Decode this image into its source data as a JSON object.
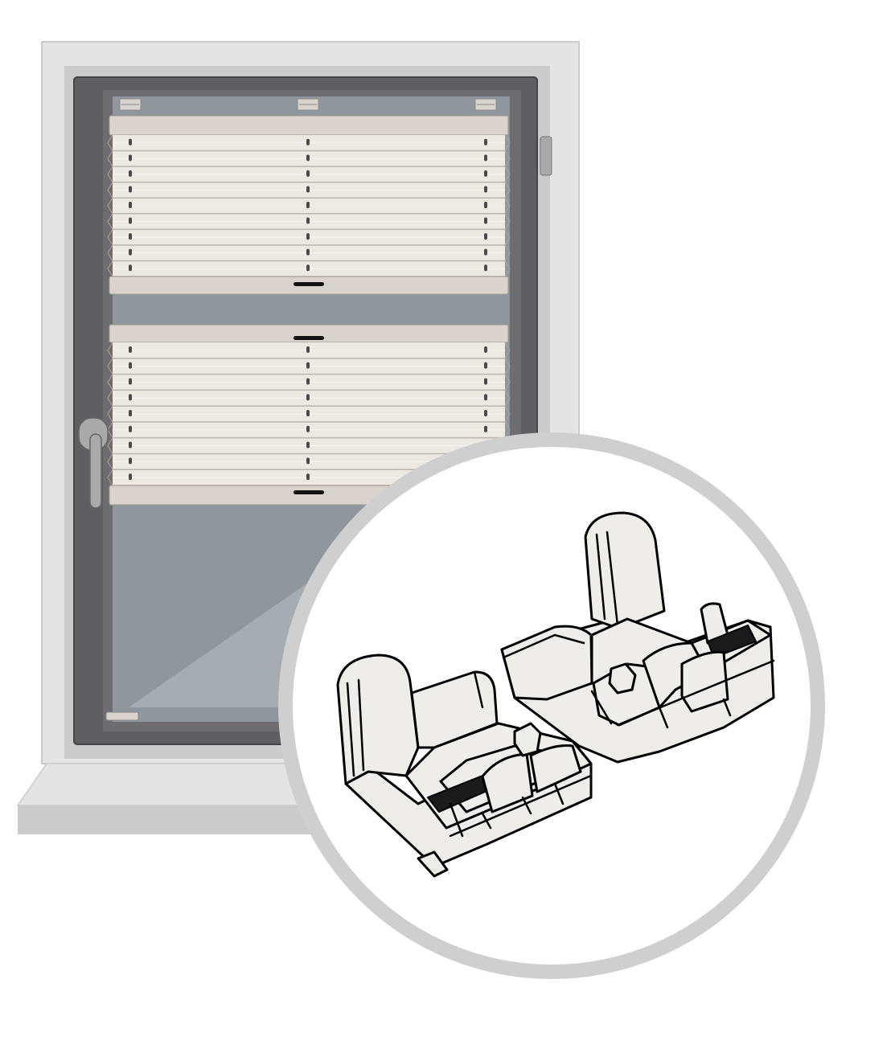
{
  "illustration": {
    "subject": "pleated-blind-on-window-with-bracket-detail",
    "colors": {
      "background": "#ffffff",
      "wall_frame": "#cbcbcb",
      "wall_frame_light": "#e4e4e4",
      "window_frame": "#5f5f61",
      "glass": "#8f979c",
      "glass_light": "#b9bec1",
      "fabric": "#ece9e3",
      "fabric_line": "#bdb9b2",
      "rail": "#d8d4cd",
      "cord": "#4a4a4a",
      "circle_ring": "#cfcfcf",
      "circle_fill": "#ffffff",
      "part_fill": "#efedea",
      "part_stroke": "#000000",
      "handle": "#a9a9a9"
    },
    "icons": {
      "top_clip": "bracket-clip-icon",
      "handle": "window-handle-icon",
      "hinge": "hinge-icon",
      "part": "end-cap-bracket-icon"
    },
    "upper_pleat_count": 9,
    "lower_pleat_count": 9
  }
}
